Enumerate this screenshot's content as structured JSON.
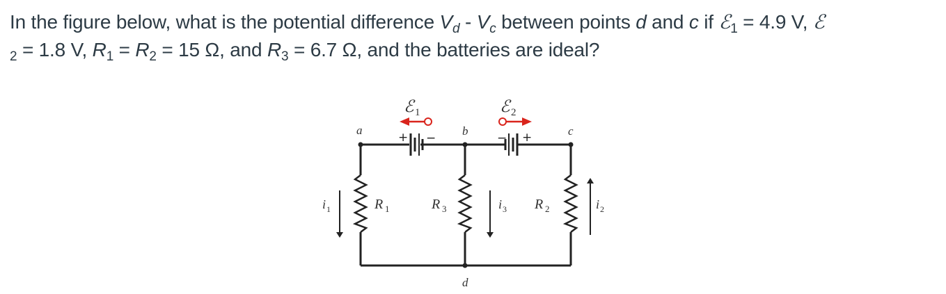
{
  "question": {
    "p1": "In the figure below, what is the potential difference ",
    "vd_v": "V",
    "vd_sub": "d",
    "minus": " - ",
    "vc_v": "V",
    "vc_sub": "c",
    "p2": " between points ",
    "pt_d": "d",
    "and": " and ",
    "pt_c": "c",
    "p3": " if ",
    "emf_symbol": "ℰ",
    "e1_sub": "1",
    "e1_val": " = 4.9 V, ",
    "e2_sub": "2",
    "e2_val": " = 1.8 V, ",
    "r_symbol": "R",
    "r1_sub": "1",
    "eq1": " = ",
    "r2_sub": "2",
    "r12_val": " = 15 Ω, and ",
    "r3_sub": "3",
    "r3_val": " = 6.7 Ω, and the batteries are ideal?"
  },
  "figure": {
    "points": {
      "a": "a",
      "b": "b",
      "c": "c",
      "d": "d"
    },
    "battery1": {
      "symbol": "ℰ",
      "sub": "1",
      "plus": "+",
      "minus": "−"
    },
    "battery2": {
      "symbol": "ℰ",
      "sub": "2",
      "plus": "+",
      "minus": "−"
    },
    "resistors": {
      "r1": {
        "symbol": "R",
        "sub": "1"
      },
      "r3": {
        "symbol": "R",
        "sub": "3"
      },
      "r2": {
        "symbol": "R",
        "sub": "2"
      }
    },
    "currents": {
      "i1": {
        "symbol": "i",
        "sub": "1"
      },
      "i3": {
        "symbol": "i",
        "sub": "3"
      },
      "i2": {
        "symbol": "i",
        "sub": "2"
      }
    },
    "colors": {
      "wire": "#222222",
      "arrow": "#d9241c",
      "text": "#2d3b45"
    }
  }
}
